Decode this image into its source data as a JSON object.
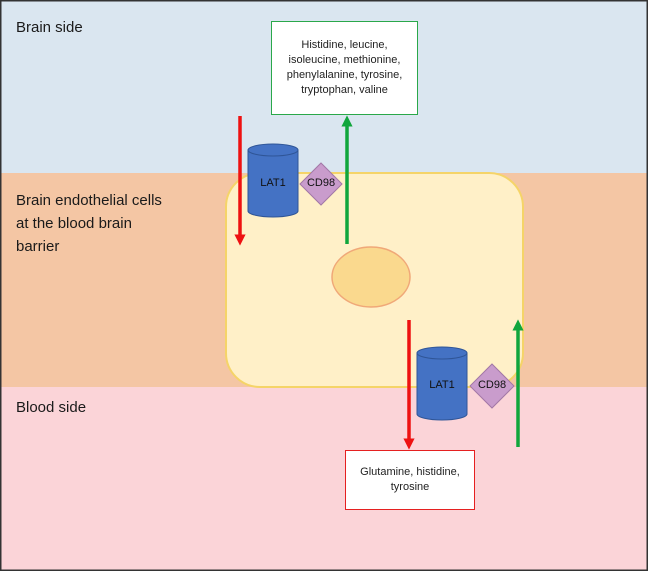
{
  "regions": {
    "brain": {
      "label": "Brain side",
      "color": "#dae6f0"
    },
    "endothelial": {
      "label": "Brain endothelial cells at the blood brain barrier",
      "color": "#f4c6a4"
    },
    "blood": {
      "label": "Blood side",
      "color": "#fbd4d8"
    }
  },
  "cell": {
    "fill": "#fff0c8",
    "stroke": "#f5d468",
    "nucleus_fill": "#fad98e",
    "nucleus_stroke": "#f0a878"
  },
  "transporters": {
    "top": {
      "lat1_label": "LAT1",
      "cd98_label": "CD98"
    },
    "bottom": {
      "lat1_label": "LAT1",
      "cd98_label": "CD98"
    },
    "lat1_color": "#4472c4",
    "cd98_color": "#c99ccc"
  },
  "boxes": {
    "efflux_to_brain": {
      "text": "Histidine, leucine, isoleucine, methionine, phenylalanine, tyrosine, tryptophan, valine",
      "border_color": "#2aa84a"
    },
    "efflux_to_blood": {
      "text": "Glutamine, histidine, tyrosine",
      "border_color": "#e52020"
    }
  },
  "arrows": {
    "influx_color": "#ee1111",
    "efflux_color": "#10a63c"
  }
}
